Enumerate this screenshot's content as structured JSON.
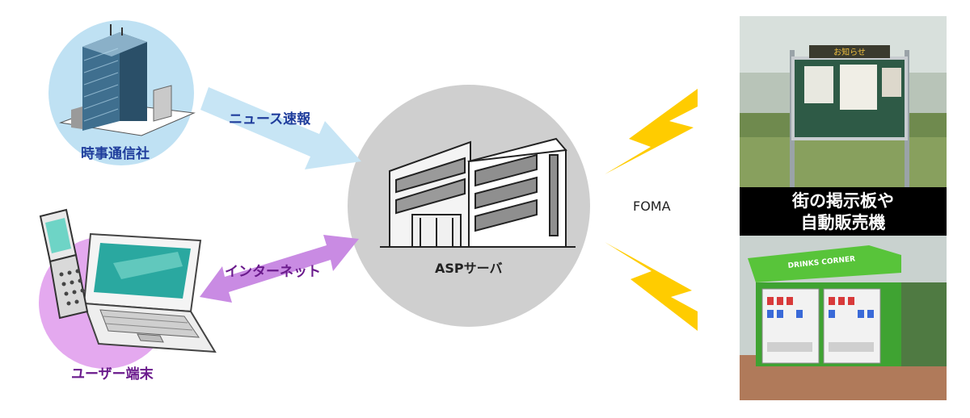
{
  "nodes": {
    "news_agency": "時事通信社",
    "asp_server": "ASPサーバ",
    "user_terminal": "ユーザー端末"
  },
  "links": {
    "news_flash": "ニュース速報",
    "internet": "インターネット",
    "foma": "FOMA"
  },
  "photo": {
    "caption_line1": "街の掲示板や",
    "caption_line2": "自動販売機",
    "board_sign": "お知らせ",
    "kiosk_sign": "DRINKS CORNER"
  },
  "colors": {
    "blue_circle": "#bfe1f3",
    "purple_circle": "#e4a9ef",
    "grey_circle": "#cfcfcf",
    "light_blue_arrow": "#c7e5f5",
    "purple_arrow": "#c98be3",
    "bolt_yellow": "#ffcc00",
    "kiosk_green": "#5ac53a"
  }
}
